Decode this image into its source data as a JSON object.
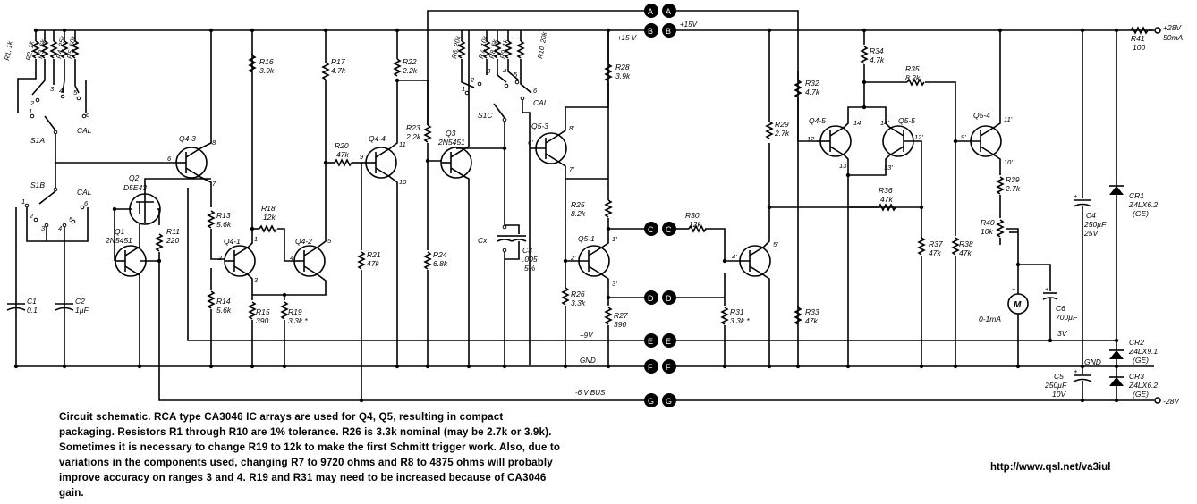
{
  "caption": [
    "Circuit schematic. RCA type CA3046 IC arrays are used for Q4, Q5, resulting in compact",
    "packaging. Resistors R1 through R10 are 1% tolerance. R26 is 3.3k nominal (may be 2.7k or 3.9k).",
    "Sometimes it is necessary to change R19 to 12k to make the first Schmitt trigger work. Also, due to",
    "variations in the components used, changing R7 to 9720 ohms and R8 to 4875 ohms will probably",
    "improve accuracy on ranges 3 and 4. R19 and R31 may need to be increased because of CA3046",
    "gain."
  ],
  "url": "http://www.qsl.net/va3iul",
  "buses": {
    "A": {
      "letter": "A"
    },
    "B": {
      "letter": "B",
      "label": "+15V",
      "label2": "+15 V"
    },
    "C": {
      "letter": "C"
    },
    "D": {
      "letter": "D"
    },
    "E": {
      "letter": "E",
      "label": "+9V"
    },
    "F": {
      "letter": "F",
      "label": "GND"
    },
    "G": {
      "letter": "G",
      "label": "-6 V BUS"
    }
  },
  "supply": {
    "pos": "+28V",
    "pos_current": "50mA",
    "neg": "-28V",
    "gnd": "GND"
  },
  "switches": {
    "s1a": "S1A",
    "s1b": "S1B",
    "s1c": "S1C",
    "cal": "CAL",
    "pos1": "1",
    "pos2": "2",
    "pos3": "3",
    "pos4": "4",
    "pos5": "5",
    "pos6": "6"
  },
  "resistors": {
    "r1": "R1, 1k",
    "r2": "R2, 1k",
    "r3": "R3, 5k",
    "r4": "R4, 25k",
    "r5": "R5, 50k",
    "r6": "R6, 20k",
    "r7": "R7, 10k",
    "r8": "R8, 5k",
    "r9": "R9, 1k",
    "r10": "R10, 20k",
    "r11": "R11",
    "r11v": "220",
    "r13": "R13",
    "r13v": "5.6k",
    "r14": "R14",
    "r14v": "5.6k",
    "r15": "R15",
    "r15v": "390",
    "r16": "R16",
    "r16v": "3.9k",
    "r17": "R17",
    "r17v": "4.7k",
    "r18": "R18",
    "r18v": "12k",
    "r19": "R19",
    "r19v": "3.3k *",
    "r20": "R20",
    "r20v": "47k",
    "r21": "R21",
    "r21v": "47k",
    "r22": "R22",
    "r22v": "2.2k",
    "r23": "R23",
    "r23v": "2.2k",
    "r24": "R24",
    "r24v": "6.8k",
    "r25": "R25",
    "r25v": "8.2k",
    "r26": "R26",
    "r26v": "3.3k",
    "r27": "R27",
    "r27v": "390",
    "r28": "R28",
    "r28v": "3.9k",
    "r29": "R29",
    "r29v": "2.7k",
    "r30": "R30",
    "r30v": "12k",
    "r31": "R31",
    "r31v": "3.3k *",
    "r32": "R32",
    "r32v": "4.7k",
    "r33": "R33",
    "r33v": "47k",
    "r34": "R34",
    "r34v": "4.7k",
    "r35": "R35",
    "r35v": "8.2k",
    "r36": "R36",
    "r36v": "47k",
    "r37": "R37",
    "r37v": "47k",
    "r38": "R38",
    "r38v": "47k",
    "r39": "R39",
    "r39v": "2.7k",
    "r40": "R40",
    "r40v": "10k",
    "r41": "R41",
    "r41v": "100"
  },
  "capacitors": {
    "c1": "C1",
    "c1v": "0.1",
    "c2": "C2",
    "c2v": "1µF",
    "cx": "Cx",
    "c3": "C3",
    "c3v": ".005",
    "c3t": "5%",
    "c4": "C4",
    "c4v": "250µF",
    "c4r": "25V",
    "c5": "C5",
    "c5v": "250µF",
    "c5r": "10V",
    "c6": "C6",
    "c6v": "700µF",
    "c6r": "3V"
  },
  "transistors": {
    "q1": "Q1",
    "q1t": "2N5451",
    "q2": "Q2",
    "q2t": "D5E43",
    "q3": "Q3",
    "q3t": "2N5451",
    "q4_1": "Q4-1",
    "q4_2": "Q4-2",
    "q4_3": "Q4-3",
    "q4_4": "Q4-4",
    "q4_5": "Q4-5",
    "q5_1": "Q5-1",
    "q5_3": "Q5-3",
    "q5_4": "Q5-4",
    "q5_5": "Q5-5"
  },
  "diodes": {
    "cr1": "CR1",
    "cr1t": "Z4LX6.2",
    "cr1m": "(GE)",
    "cr2": "CR2",
    "cr2t": "Z4LX9.1",
    "cr2m": "(GE)",
    "cr3": "CR3",
    "cr3t": "Z4LX6.2",
    "cr3m": "(GE)"
  },
  "meter": {
    "symbol": "M",
    "range": "0-1mA"
  },
  "pins": {
    "p1": "1",
    "p2": "2",
    "p3": "3",
    "p4": "4",
    "p5": "5",
    "p6": "6",
    "p7": "7",
    "p8": "8",
    "p9": "9",
    "p10": "10",
    "p11": "11",
    "p13": "13",
    "p14": "14",
    "p1p": "1'",
    "p2p": "2'",
    "p3p": "3'",
    "p4p": "4'",
    "p5p": "5'",
    "p6p": "6'",
    "p7p": "7'",
    "p8p": "8'",
    "p9p": "9'",
    "p10p": "10'",
    "p11p": "11'",
    "p12": "12",
    "p12p": "12'",
    "p13p": "13'",
    "p14p": "14'"
  }
}
